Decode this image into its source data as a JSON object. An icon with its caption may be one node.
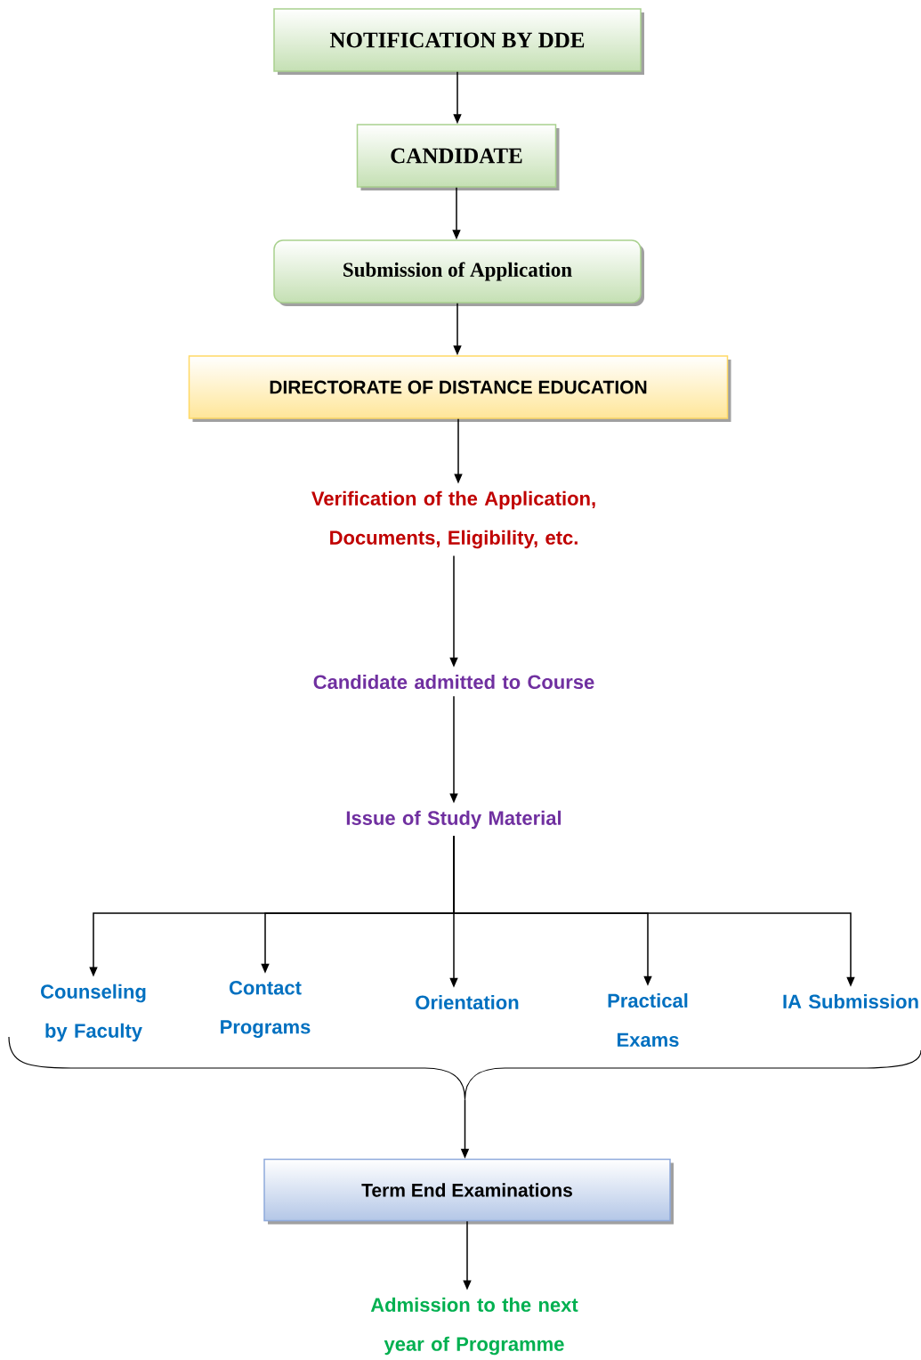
{
  "diagram": {
    "nodes": [
      {
        "text": [
          "NOTIFICATION BY DDE"
        ]
      },
      {
        "text": [
          "CANDIDATE"
        ]
      },
      {
        "text": [
          "Submission of Application"
        ]
      },
      {
        "text": [
          "DIRECTORATE OF DISTANCE EDUCATION"
        ]
      },
      {
        "text": [
          "Verification of the Application, Documents, Eligibility, etc."
        ]
      },
      {
        "text": [
          "Candidate admitted to Course"
        ]
      },
      {
        "text": [
          "Issue of Study Material"
        ]
      },
      {
        "text": [
          "Counseling by Faculty"
        ]
      },
      {
        "text": [
          "Contact Programs"
        ]
      },
      {
        "text": [
          "Orientation"
        ]
      },
      {
        "text": [
          "Practical Exams"
        ]
      },
      {
        "text": [
          "IA Submission"
        ]
      },
      {
        "text": [],
        "shape": "brace"
      },
      {
        "text": [
          "Term End Examinations"
        ]
      },
      {
        "text": [
          "Admission to the next year of Programme"
        ]
      }
    ],
    "edges": [
      {
        "from": 0,
        "to": 1,
        "arrow": "to"
      },
      {
        "from": 1,
        "to": 2,
        "arrow": "to"
      },
      {
        "from": 2,
        "to": 3,
        "arrow": "to"
      },
      {
        "from": 3,
        "to": 4,
        "arrow": "to"
      },
      {
        "from": 4,
        "to": 5,
        "arrow": "to"
      },
      {
        "from": 5,
        "to": 6,
        "arrow": "to"
      },
      {
        "from": 6,
        "to": 7,
        "arrow": "to"
      },
      {
        "from": 6,
        "to": 8,
        "arrow": "to"
      },
      {
        "from": 6,
        "to": 9,
        "arrow": "to"
      },
      {
        "from": 6,
        "to": 10,
        "arrow": "to"
      },
      {
        "from": 6,
        "to": 11,
        "arrow": "to"
      },
      {
        "from": 12,
        "to": 13,
        "arrow": "to"
      },
      {
        "from": 13,
        "to": 14,
        "arrow": "to"
      }
    ]
  }
}
